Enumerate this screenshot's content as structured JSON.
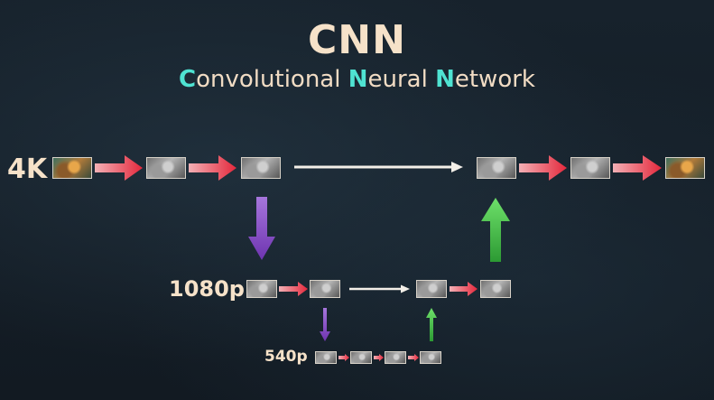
{
  "header": {
    "title": "CNN",
    "subtitle": {
      "parts": [
        {
          "text": "C",
          "highlight": true
        },
        {
          "text": "onvolutional ",
          "highlight": false
        },
        {
          "text": "N",
          "highlight": true
        },
        {
          "text": "eural ",
          "highlight": false
        },
        {
          "text": "N",
          "highlight": true
        },
        {
          "text": "etwork",
          "highlight": false
        }
      ]
    }
  },
  "levels": {
    "level_4k": {
      "label": "4K"
    },
    "level_1080p": {
      "label": "1080p"
    },
    "level_540p": {
      "label": "540p"
    }
  },
  "colors": {
    "title": "#f6e2c9",
    "highlight": "#4fe3d2",
    "red_arrow": "#e83a4a",
    "purple_arrow": "#8e54c8",
    "green_arrow": "#33b53b",
    "white_arrow": "#f3efe8"
  }
}
